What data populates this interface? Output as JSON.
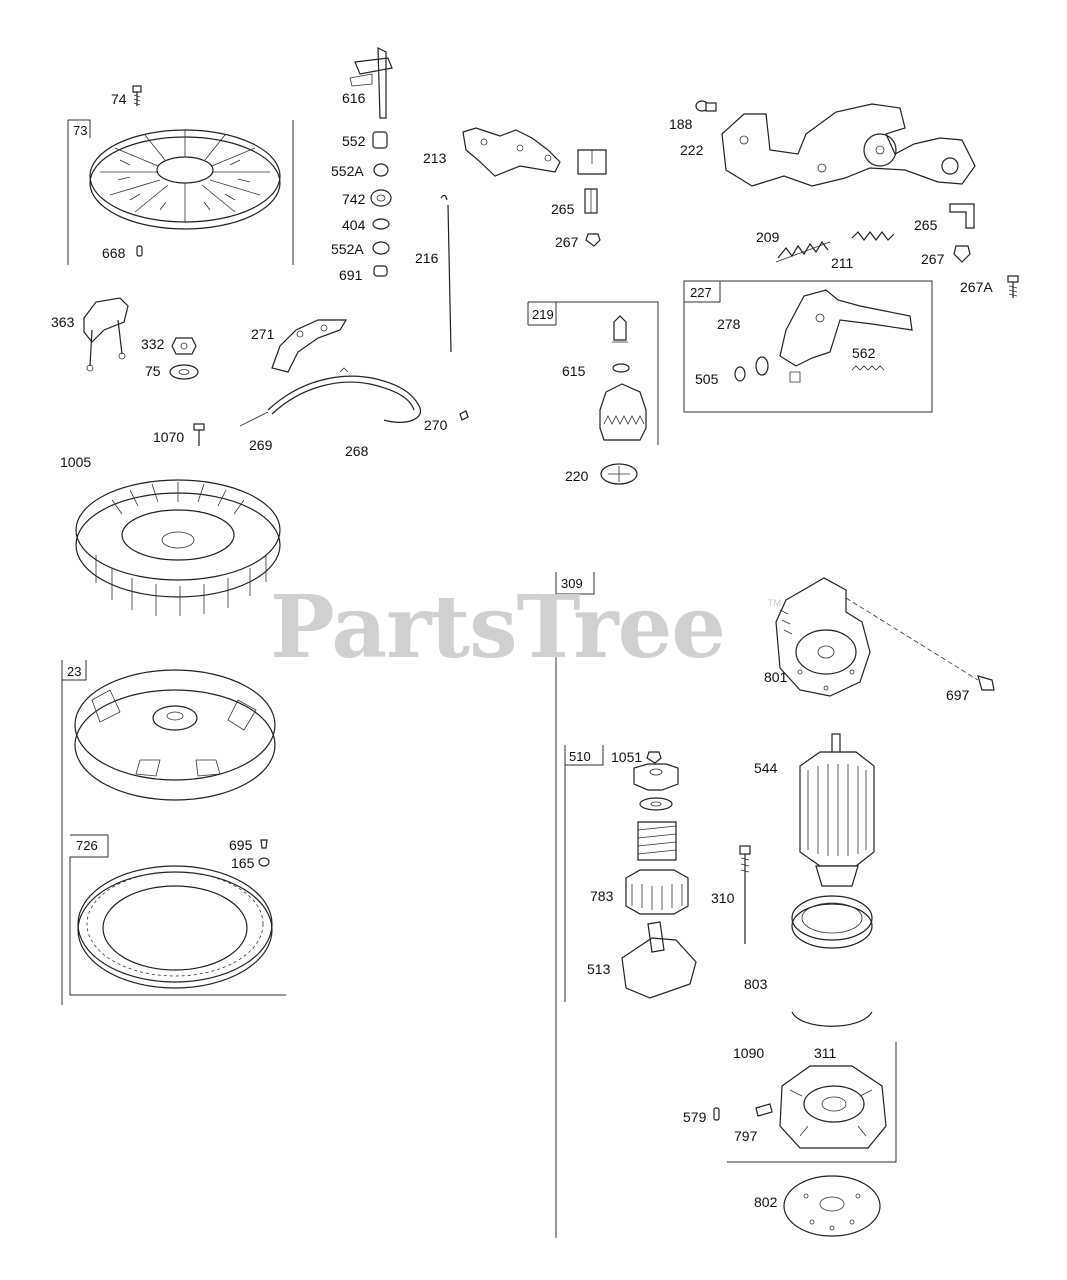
{
  "watermark": {
    "text": "PartsTree",
    "mark": "TM"
  },
  "group_boxes": [
    "73",
    "219",
    "227",
    "23",
    "726",
    "309",
    "510"
  ],
  "callouts": {
    "c74": "74",
    "c73": "73",
    "c668": "668",
    "c616": "616",
    "c552": "552",
    "c552A_1": "552A",
    "c742": "742",
    "c404": "404",
    "c552A_2": "552A",
    "c691": "691",
    "c216": "216",
    "c213": "213",
    "c265_1": "265",
    "c267_1": "267",
    "c188": "188",
    "c222": "222",
    "c265_2": "265",
    "c209": "209",
    "c211": "211",
    "c267_2": "267",
    "c267A": "267A",
    "c363": "363",
    "c332": "332",
    "c75": "75",
    "c271": "271",
    "c1070": "1070",
    "c269": "269",
    "c268": "268",
    "c270": "270",
    "c219": "219",
    "c615": "615",
    "c220": "220",
    "c227": "227",
    "c278": "278",
    "c562": "562",
    "c505": "505",
    "c1005": "1005",
    "c23": "23",
    "c726": "726",
    "c695": "695",
    "c165": "165",
    "c309": "309",
    "c801": "801",
    "c697": "697",
    "c510": "510",
    "c1051": "1051",
    "c544": "544",
    "c783": "783",
    "c310": "310",
    "c513": "513",
    "c803": "803",
    "c1090": "1090",
    "c311": "311",
    "c579": "579",
    "c797": "797",
    "c802": "802"
  }
}
